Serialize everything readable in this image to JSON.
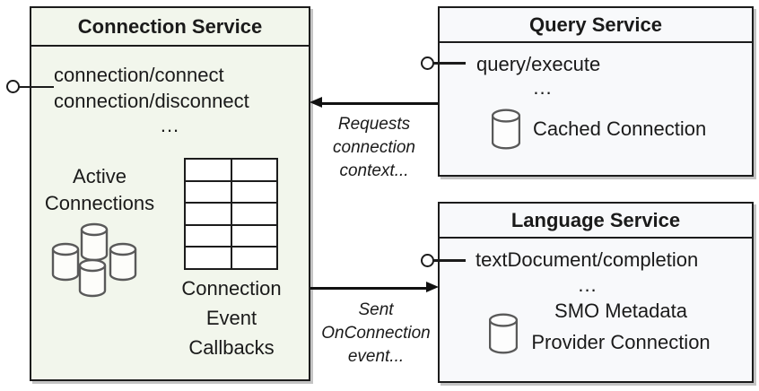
{
  "colors": {
    "connection_box_bg": "#f2f6ec",
    "service_box_bg": "#f8f9fb",
    "border": "#1c1c1c",
    "cylinder_stroke": "#595959",
    "text": "#1a1a1a"
  },
  "connection_service": {
    "title": "Connection Service",
    "methods": [
      "connection/connect",
      "connection/disconnect"
    ],
    "ellipsis": "...",
    "active_connections": {
      "lines": [
        "Active",
        "Connections"
      ]
    },
    "callbacks": {
      "lines": [
        "Connection",
        "Event",
        "Callbacks"
      ]
    }
  },
  "query_service": {
    "title": "Query Service",
    "method": "query/execute",
    "ellipsis": "...",
    "cached_connection_label": "Cached Connection"
  },
  "language_service": {
    "title": "Language Service",
    "method": "textDocument/completion",
    "ellipsis": "...",
    "smo": {
      "lines": [
        "SMO Metadata",
        "Provider Connection"
      ]
    }
  },
  "arrows": {
    "requests_connection_context": {
      "lines": [
        "Requests",
        "connection",
        "context..."
      ]
    },
    "sent_onconnection_event": {
      "lines": [
        "Sent",
        "OnConnection",
        "event..."
      ]
    }
  }
}
